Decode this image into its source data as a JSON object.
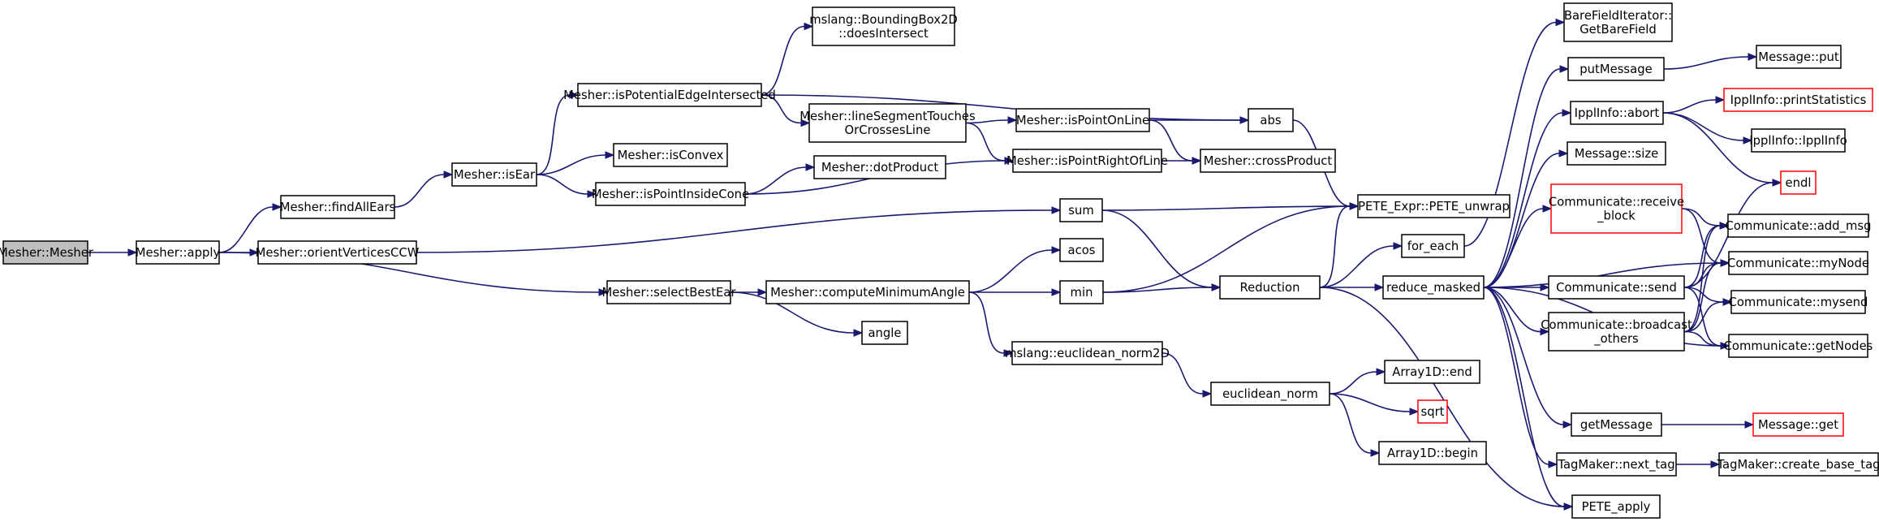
{
  "colors": {
    "edge": "#191970",
    "node_border": "#000000",
    "truncated_border": "#ff0000",
    "root_fill": "#bfbfbf",
    "node_fill": "#ffffff"
  },
  "nodes": [
    {
      "id": "mesher_mesher",
      "lines": [
        "Mesher::Mesher"
      ],
      "root": true
    },
    {
      "id": "mesher_apply",
      "lines": [
        "Mesher::apply"
      ]
    },
    {
      "id": "mesher_findallears",
      "lines": [
        "Mesher::findAllEars"
      ]
    },
    {
      "id": "mesher_orientverticesccw",
      "lines": [
        "Mesher::orientVerticesCCW"
      ]
    },
    {
      "id": "mesher_selectbestear",
      "lines": [
        "Mesher::selectBestEar"
      ]
    },
    {
      "id": "mesher_isear",
      "lines": [
        "Mesher::isEar"
      ]
    },
    {
      "id": "mesher_ispotentialedgeintersected",
      "lines": [
        "Mesher::isPotentialEdgeIntersected"
      ]
    },
    {
      "id": "mesher_isconvex",
      "lines": [
        "Mesher::isConvex"
      ]
    },
    {
      "id": "mesher_ispointinsidecone",
      "lines": [
        "Mesher::isPointInsideCone"
      ]
    },
    {
      "id": "mslang_boundingbox2d_doesintersect",
      "lines": [
        "mslang::BoundingBox2D",
        "::doesIntersect"
      ]
    },
    {
      "id": "mesher_linesegmenttouchesorcrossesline",
      "lines": [
        "Mesher::lineSegmentTouches",
        "OrCrossesLine"
      ]
    },
    {
      "id": "mesher_dotproduct",
      "lines": [
        "Mesher::dotProduct"
      ]
    },
    {
      "id": "mesher_computeminimumangle",
      "lines": [
        "Mesher::computeMinimumAngle"
      ]
    },
    {
      "id": "angle",
      "lines": [
        "angle"
      ]
    },
    {
      "id": "mesher_ispointonline",
      "lines": [
        "Mesher::isPointOnLine"
      ]
    },
    {
      "id": "mesher_ispointrightofline",
      "lines": [
        "Mesher::isPointRightOfLine"
      ]
    },
    {
      "id": "sum",
      "lines": [
        "sum"
      ]
    },
    {
      "id": "acos",
      "lines": [
        "acos"
      ]
    },
    {
      "id": "min",
      "lines": [
        "min"
      ]
    },
    {
      "id": "mslang_euclidean_norm2d",
      "lines": [
        "mslang::euclidean_norm2D"
      ]
    },
    {
      "id": "abs",
      "lines": [
        "abs"
      ]
    },
    {
      "id": "mesher_crossproduct",
      "lines": [
        "Mesher::crossProduct"
      ]
    },
    {
      "id": "reduction",
      "lines": [
        "Reduction"
      ]
    },
    {
      "id": "euclidean_norm",
      "lines": [
        "euclidean_norm"
      ]
    },
    {
      "id": "pete_expr_pete_unwrap",
      "lines": [
        "PETE_Expr::PETE_unwrap"
      ]
    },
    {
      "id": "for_each",
      "lines": [
        "for_each"
      ]
    },
    {
      "id": "reduce_masked",
      "lines": [
        "reduce_masked"
      ]
    },
    {
      "id": "array1d_end",
      "lines": [
        "Array1D::end"
      ]
    },
    {
      "id": "sqrt",
      "lines": [
        "sqrt"
      ],
      "truncated": true
    },
    {
      "id": "array1d_begin",
      "lines": [
        "Array1D::begin"
      ]
    },
    {
      "id": "barefielditerator_getbarefield",
      "lines": [
        "BareFieldIterator::",
        "GetBareField"
      ]
    },
    {
      "id": "putmessage",
      "lines": [
        "putMessage"
      ]
    },
    {
      "id": "ipplinfo_abort",
      "lines": [
        "IpplInfo::abort"
      ]
    },
    {
      "id": "message_size",
      "lines": [
        "Message::size"
      ]
    },
    {
      "id": "communicate_receive_block",
      "lines": [
        "Communicate::receive",
        "_block"
      ],
      "truncated": true
    },
    {
      "id": "communicate_send",
      "lines": [
        "Communicate::send"
      ]
    },
    {
      "id": "communicate_broadcast_others",
      "lines": [
        "Communicate::broadcast",
        "_others"
      ]
    },
    {
      "id": "getmessage",
      "lines": [
        "getMessage"
      ]
    },
    {
      "id": "tagmaker_next_tag",
      "lines": [
        "TagMaker::next_tag"
      ]
    },
    {
      "id": "pete_apply",
      "lines": [
        "PETE_apply"
      ]
    },
    {
      "id": "message_put",
      "lines": [
        "Message::put"
      ]
    },
    {
      "id": "ipplinfo_printstatistics",
      "lines": [
        "IpplInfo::printStatistics"
      ],
      "truncated": true
    },
    {
      "id": "ipplinfo_ipplinfo",
      "lines": [
        "IpplInfo::IpplInfo"
      ]
    },
    {
      "id": "endl",
      "lines": [
        "endl"
      ],
      "truncated": true
    },
    {
      "id": "communicate_add_msg",
      "lines": [
        "Communicate::add_msg"
      ]
    },
    {
      "id": "communicate_mynode",
      "lines": [
        "Communicate::myNode"
      ]
    },
    {
      "id": "communicate_mysend",
      "lines": [
        "Communicate::mysend"
      ]
    },
    {
      "id": "communicate_getnodes",
      "lines": [
        "Communicate::getNodes"
      ]
    },
    {
      "id": "message_get",
      "lines": [
        "Message::get"
      ],
      "truncated": true
    },
    {
      "id": "tagmaker_create_base_tag",
      "lines": [
        "TagMaker::create_base_tag"
      ]
    }
  ],
  "edges": [
    [
      "mesher_mesher",
      "mesher_apply"
    ],
    [
      "mesher_apply",
      "mesher_findallears"
    ],
    [
      "mesher_apply",
      "mesher_orientverticesccw"
    ],
    [
      "mesher_apply",
      "mesher_selectbestear"
    ],
    [
      "mesher_findallears",
      "mesher_isear"
    ],
    [
      "mesher_isear",
      "mesher_ispotentialedgeintersected"
    ],
    [
      "mesher_isear",
      "mesher_isconvex"
    ],
    [
      "mesher_isear",
      "mesher_ispointinsidecone"
    ],
    [
      "mesher_ispotentialedgeintersected",
      "mslang_boundingbox2d_doesintersect"
    ],
    [
      "mesher_ispotentialedgeintersected",
      "mesher_linesegmenttouchesorcrossesline"
    ],
    [
      "mesher_ispotentialedgeintersected",
      "abs"
    ],
    [
      "mesher_linesegmenttouchesorcrossesline",
      "mesher_ispointonline"
    ],
    [
      "mesher_linesegmenttouchesorcrossesline",
      "mesher_ispointrightofline"
    ],
    [
      "mesher_ispointonline",
      "abs"
    ],
    [
      "mesher_ispointonline",
      "mesher_crossproduct"
    ],
    [
      "mesher_ispointrightofline",
      "mesher_crossproduct"
    ],
    [
      "mesher_ispointinsidecone",
      "mesher_dotproduct"
    ],
    [
      "mesher_ispointinsidecone",
      "mesher_ispointrightofline"
    ],
    [
      "abs",
      "pete_expr_pete_unwrap"
    ],
    [
      "mesher_orientverticesccw",
      "sum"
    ],
    [
      "sum",
      "pete_expr_pete_unwrap"
    ],
    [
      "sum",
      "reduction"
    ],
    [
      "mesher_selectbestear",
      "mesher_computeminimumangle"
    ],
    [
      "mesher_selectbestear",
      "angle"
    ],
    [
      "mesher_computeminimumangle",
      "acos"
    ],
    [
      "mesher_computeminimumangle",
      "min"
    ],
    [
      "mesher_computeminimumangle",
      "mslang_euclidean_norm2d"
    ],
    [
      "min",
      "pete_expr_pete_unwrap"
    ],
    [
      "min",
      "reduction"
    ],
    [
      "mslang_euclidean_norm2d",
      "euclidean_norm"
    ],
    [
      "euclidean_norm",
      "array1d_end"
    ],
    [
      "euclidean_norm",
      "sqrt"
    ],
    [
      "euclidean_norm",
      "array1d_begin"
    ],
    [
      "reduction",
      "pete_expr_pete_unwrap"
    ],
    [
      "reduction",
      "for_each"
    ],
    [
      "reduction",
      "reduce_masked"
    ],
    [
      "reduction",
      "pete_apply"
    ],
    [
      "for_each",
      "barefielditerator_getbarefield"
    ],
    [
      "reduce_masked",
      "putmessage"
    ],
    [
      "reduce_masked",
      "ipplinfo_abort"
    ],
    [
      "reduce_masked",
      "message_size"
    ],
    [
      "reduce_masked",
      "communicate_receive_block"
    ],
    [
      "reduce_masked",
      "communicate_mynode"
    ],
    [
      "reduce_masked",
      "communicate_send"
    ],
    [
      "reduce_masked",
      "communicate_broadcast_others"
    ],
    [
      "reduce_masked",
      "communicate_getnodes"
    ],
    [
      "reduce_masked",
      "getmessage"
    ],
    [
      "reduce_masked",
      "tagmaker_next_tag"
    ],
    [
      "reduce_masked",
      "pete_apply"
    ],
    [
      "putmessage",
      "message_put"
    ],
    [
      "ipplinfo_abort",
      "ipplinfo_printstatistics"
    ],
    [
      "ipplinfo_abort",
      "ipplinfo_ipplinfo"
    ],
    [
      "ipplinfo_abort",
      "endl"
    ],
    [
      "communicate_receive_block",
      "communicate_add_msg"
    ],
    [
      "communicate_receive_block",
      "communicate_mynode"
    ],
    [
      "communicate_send",
      "endl"
    ],
    [
      "communicate_send",
      "communicate_add_msg"
    ],
    [
      "communicate_send",
      "communicate_mynode"
    ],
    [
      "communicate_send",
      "communicate_mysend"
    ],
    [
      "communicate_send",
      "communicate_getnodes"
    ],
    [
      "communicate_broadcast_others",
      "communicate_add_msg"
    ],
    [
      "communicate_broadcast_others",
      "communicate_mynode"
    ],
    [
      "communicate_broadcast_others",
      "communicate_mysend"
    ],
    [
      "communicate_broadcast_others",
      "communicate_getnodes"
    ],
    [
      "getmessage",
      "message_get"
    ],
    [
      "tagmaker_next_tag",
      "tagmaker_create_base_tag"
    ]
  ]
}
